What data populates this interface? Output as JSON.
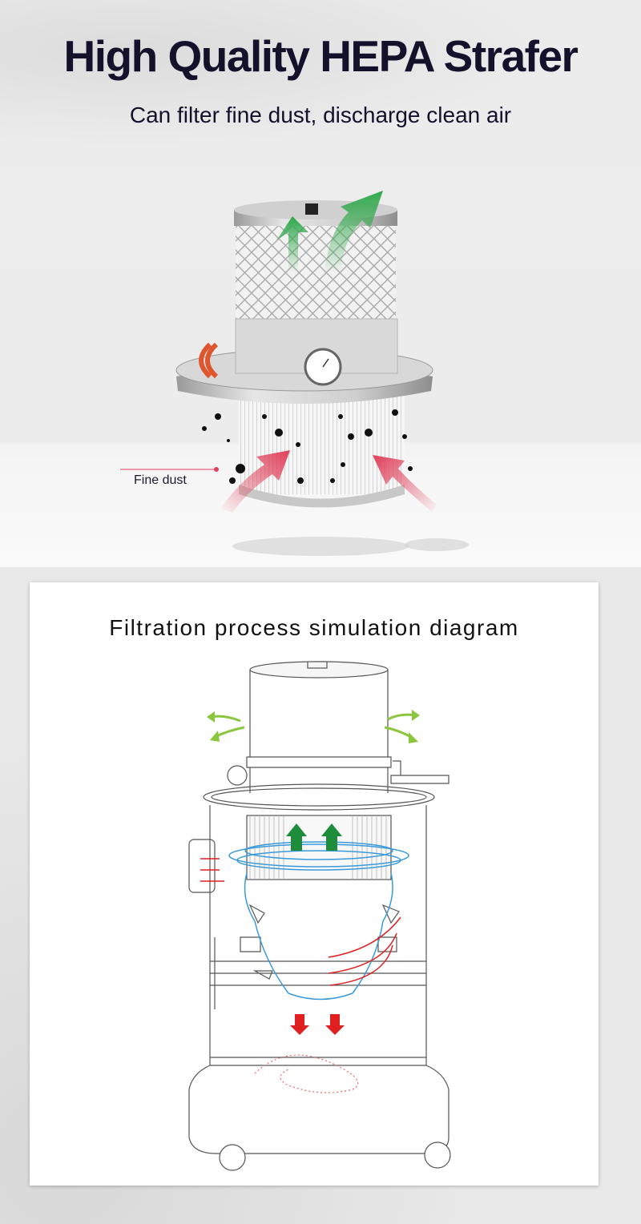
{
  "header": {
    "title": "High Quality HEPA Strafer",
    "subtitle": "Can filter fine dust, discharge clean air"
  },
  "product_photo": {
    "callout_label": "Fine dust",
    "colors": {
      "clean_air_arrow": "#2fa84a",
      "dust_arrow": "#e0405a",
      "hose": "#e0552e"
    }
  },
  "diagram": {
    "title": "Filtration process simulation diagram",
    "colors": {
      "exhaust_arrow": "#8cc63f",
      "clean_air_arrow": "#1e8c3a",
      "airflow_line": "#3a9ad9",
      "intake_arrow": "#e02020"
    }
  }
}
